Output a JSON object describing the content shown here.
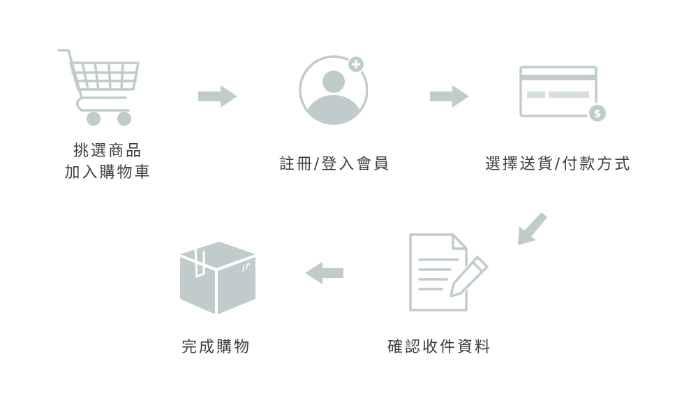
{
  "colors": {
    "icon": "#bfcccb",
    "text": "#3d3d3d",
    "background": "#ffffff"
  },
  "steps": [
    {
      "icon": "shopping-cart-icon",
      "label_lines": [
        "挑選商品",
        "加入購物車"
      ]
    },
    {
      "icon": "add-user-icon",
      "label_lines": [
        "註冊/登入會員"
      ]
    },
    {
      "icon": "credit-card-icon",
      "label_lines": [
        "選擇送貨/付款方式"
      ]
    },
    {
      "icon": "document-edit-icon",
      "label_lines": [
        "確認收件資料"
      ]
    },
    {
      "icon": "package-box-icon",
      "label_lines": [
        "完成購物"
      ]
    }
  ],
  "arrows": [
    "arrow-right-icon",
    "arrow-right-icon",
    "arrow-down-left-icon",
    "arrow-left-icon"
  ]
}
